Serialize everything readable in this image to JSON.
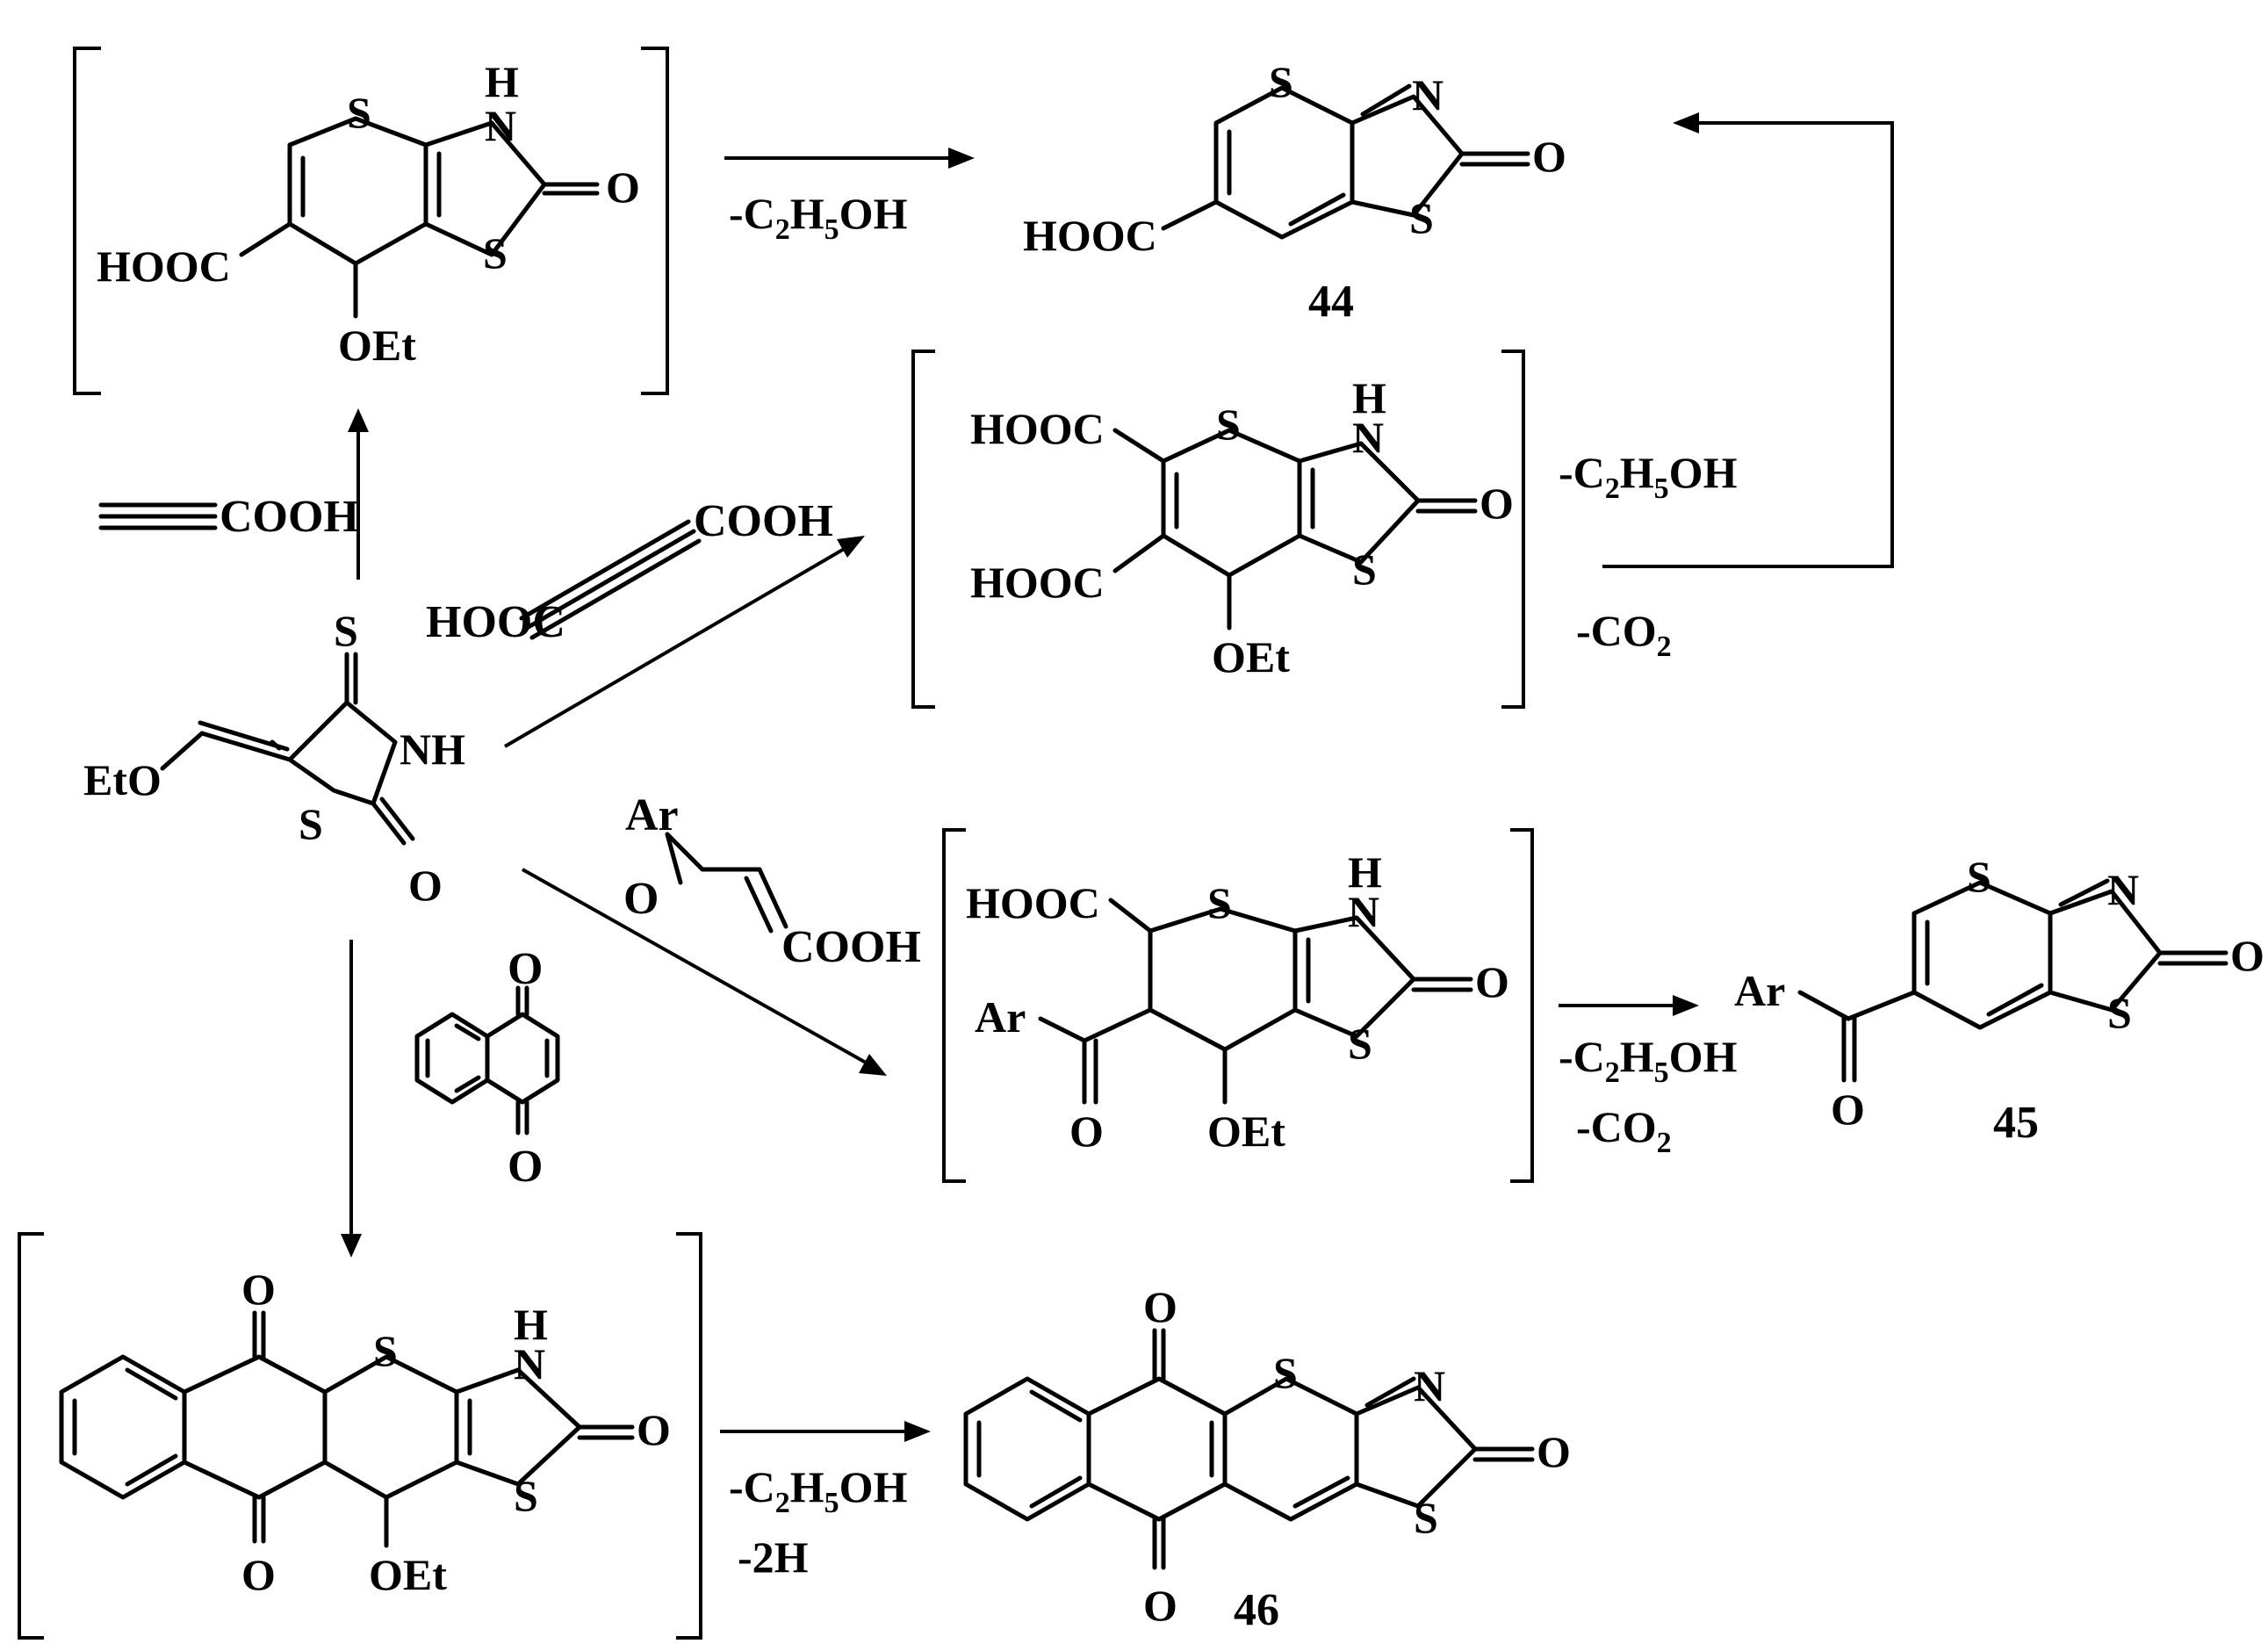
{
  "labels": {
    "S": "S",
    "N": "N",
    "NH": "NH",
    "H": "H",
    "O": "O",
    "HOOC": "HOOC",
    "COOH": "COOH",
    "OEt": "OEt",
    "EtO": "EtO",
    "Ar": "Ar"
  },
  "reagents": {
    "propiolic_acid_cooh": "COOH",
    "acetylenedicarboxylic_acid_left": "HOOC",
    "acetylenedicarboxylic_acid_right": "COOH",
    "aroylacrylic_acid_ar": "Ar",
    "aroylacrylic_acid_o": "O",
    "aroylacrylic_acid_cooh": "COOH"
  },
  "conditions": {
    "minus_ethanol": {
      "prefix": "-C",
      "sub1": "2",
      "mid": "H",
      "sub2": "5",
      "suffix": "OH"
    },
    "minus_co2": {
      "prefix": "-CO",
      "sub": "2"
    },
    "minus_2h": "-2H"
  },
  "compounds": [
    "44",
    "45",
    "46"
  ]
}
